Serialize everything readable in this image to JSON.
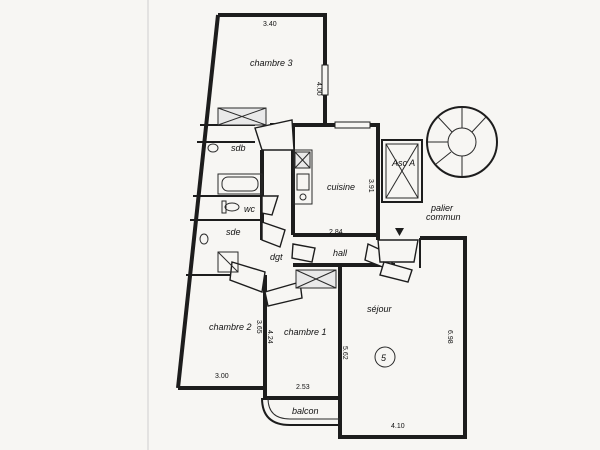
{
  "rooms": {
    "chambre3": "chambre 3",
    "sdb": "sdb",
    "wc": "wc",
    "sde": "sde",
    "dgt": "dgt",
    "cuisine": "cuisine",
    "hall": "hall",
    "asc": "Asc A",
    "palier": [
      "palier",
      "commun"
    ],
    "chambre2": "chambre 2",
    "chambre1": "chambre 1",
    "sejour": "séjour",
    "balcon": "balcon"
  },
  "dimensions": {
    "ch3_width": "3.40",
    "ch3_depth": "4.00",
    "cuisine_depth": "3.91",
    "hall_width": "2.84",
    "ch2_depth": "3.65",
    "ch2_width": "3.00",
    "ch1_depth": "4.24",
    "ch1_width": "2.53",
    "sejour_left_depth": "5.62",
    "sejour_depth": "6.98",
    "sejour_width": "4.10"
  },
  "lot_number": "5"
}
